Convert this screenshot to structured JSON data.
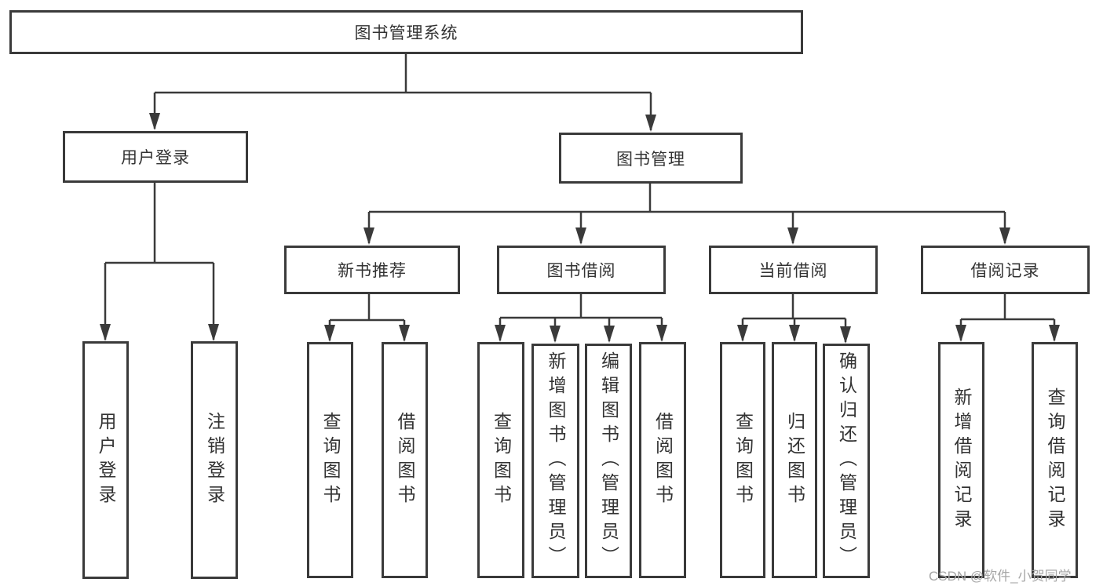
{
  "diagram": {
    "root": {
      "label": "图书管理系统"
    },
    "level2": [
      {
        "label": "用户登录"
      },
      {
        "label": "图书管理"
      }
    ],
    "level3": [
      {
        "label": "新书推荐"
      },
      {
        "label": "图书借阅"
      },
      {
        "label": "当前借阅"
      },
      {
        "label": "借阅记录"
      }
    ],
    "leaves": {
      "user": [
        "用户登录",
        "注销登录"
      ],
      "newbook": [
        "查询图书",
        "借阅图书"
      ],
      "borrow": [
        "查询图书",
        "新增图书（管理员）",
        "编辑图书（管理员）",
        "借阅图书"
      ],
      "current": [
        "查询图书",
        "归还图书",
        "确认归还（管理员）"
      ],
      "records": [
        "新增借阅记录",
        "查询借阅记录"
      ]
    },
    "watermark": "CSDN @软件_小贺同学",
    "colors": {
      "line": "#3a3a3a",
      "text": "#333333",
      "watermark": "#a6a6a6",
      "background": "#ffffff"
    }
  }
}
